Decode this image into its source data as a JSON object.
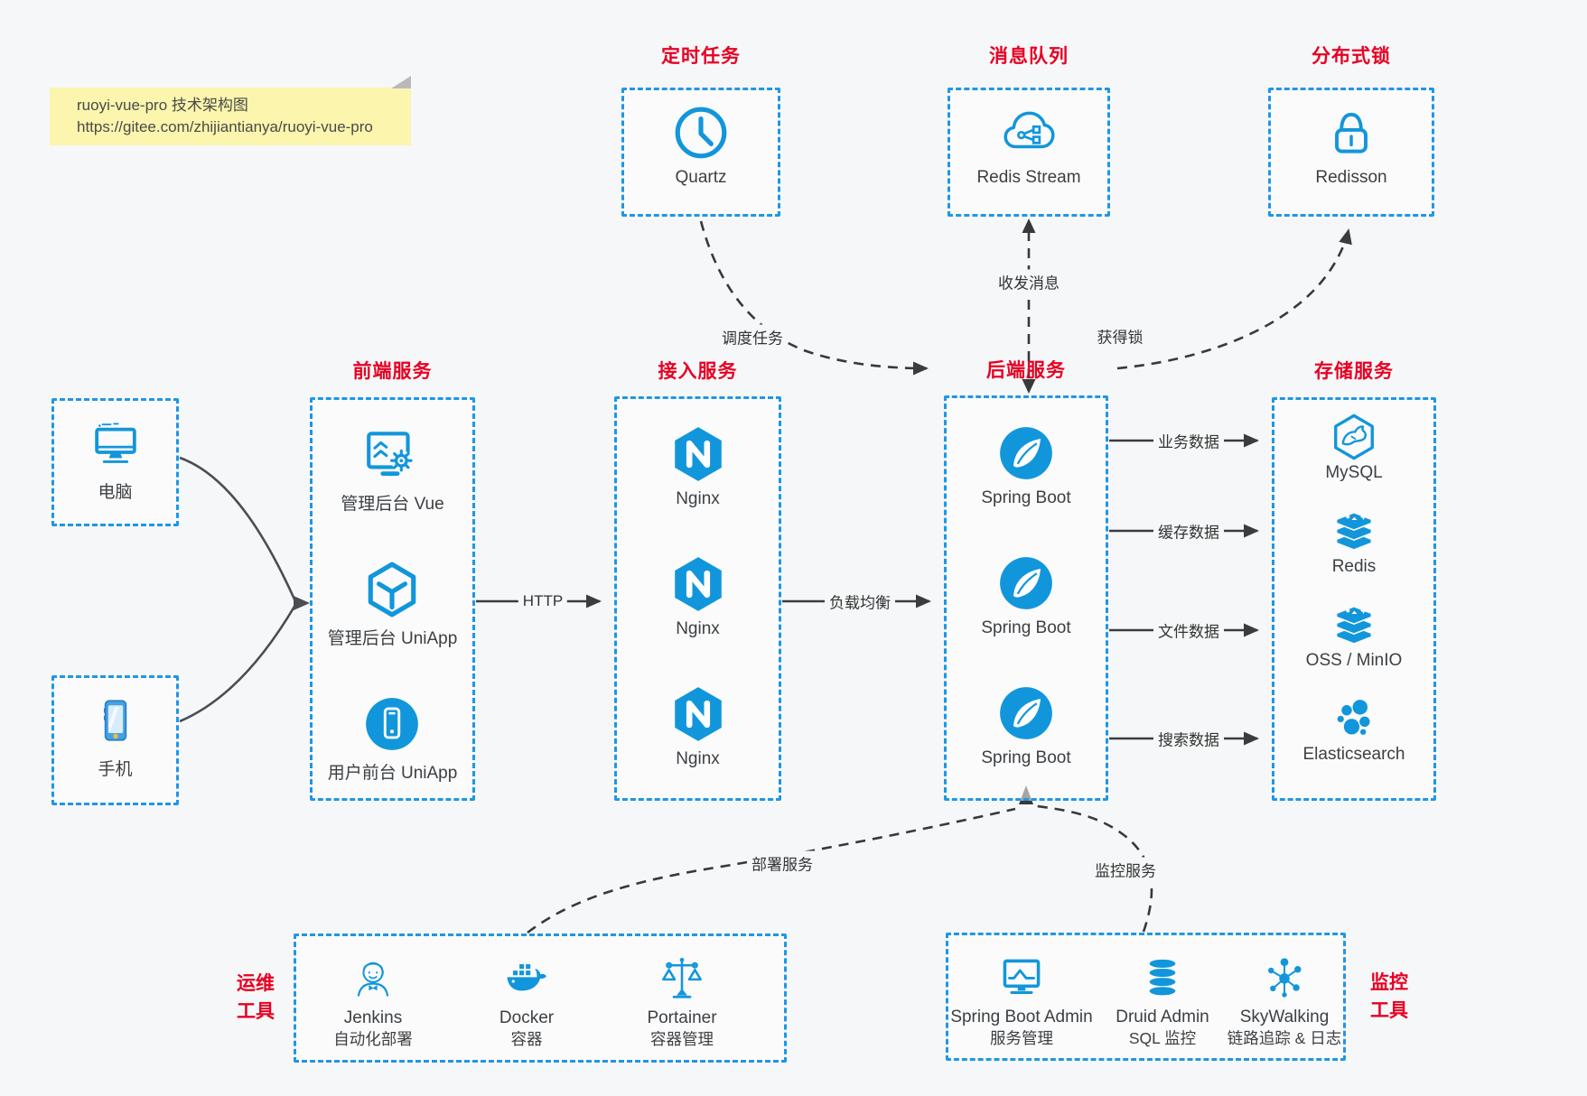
{
  "note": {
    "line1": "ruoyi-vue-pro 技术架构图",
    "line2": "https://gitee.com/zhijiantianya/ruoyi-vue-pro"
  },
  "colors": {
    "accent_blue": "#1296db",
    "border_blue": "#1e97e5",
    "title_red": "#e60023",
    "note_bg": "#fbf5ad",
    "page_bg": "#f6f7f8",
    "arrow_dark": "#3a3d40"
  },
  "top_services": [
    {
      "title": "定时任务",
      "icon": "clock-icon",
      "label": "Quartz"
    },
    {
      "title": "消息队列",
      "icon": "redis-stream-cloud-icon",
      "label": "Redis Stream"
    },
    {
      "title": "分布式锁",
      "icon": "lock-icon",
      "label": "Redisson"
    }
  ],
  "clients": [
    {
      "icon": "desktop-icon",
      "label": "电脑"
    },
    {
      "icon": "mobile-icon",
      "label": "手机"
    }
  ],
  "columns": [
    {
      "title": "前端服务",
      "items": [
        {
          "icon": "admin-vue-icon",
          "label": "管理后台 Vue"
        },
        {
          "icon": "uniapp-cube-icon",
          "label": "管理后台 UniApp"
        },
        {
          "icon": "user-app-icon",
          "label": "用户前台 UniApp"
        }
      ]
    },
    {
      "title": "接入服务",
      "items": [
        {
          "icon": "nginx-icon",
          "label": "Nginx"
        },
        {
          "icon": "nginx-icon",
          "label": "Nginx"
        },
        {
          "icon": "nginx-icon",
          "label": "Nginx"
        }
      ]
    },
    {
      "title": "后端服务",
      "items": [
        {
          "icon": "spring-boot-icon",
          "label": "Spring Boot"
        },
        {
          "icon": "spring-boot-icon",
          "label": "Spring Boot"
        },
        {
          "icon": "spring-boot-icon",
          "label": "Spring Boot"
        }
      ]
    },
    {
      "title": "存储服务",
      "items": [
        {
          "icon": "mysql-icon",
          "label": "MySQL"
        },
        {
          "icon": "redis-icon",
          "label": "Redis"
        },
        {
          "icon": "redis-icon",
          "label": "OSS / MinIO"
        },
        {
          "icon": "elasticsearch-icon",
          "label": "Elasticsearch"
        }
      ]
    }
  ],
  "edges": {
    "http": "HTTP",
    "load_balance": "负载均衡",
    "dispatch": "调度任务",
    "messages": "收发消息",
    "lock": "获得锁",
    "deploy": "部署服务",
    "monitor": "监控服务",
    "data_flows": [
      "业务数据",
      "缓存数据",
      "文件数据",
      "搜索数据"
    ]
  },
  "ops_tools": {
    "side_label_line1": "运维",
    "side_label_line2": "工具",
    "items": [
      {
        "icon": "jenkins-icon",
        "name": "Jenkins",
        "desc": "自动化部署"
      },
      {
        "icon": "docker-icon",
        "name": "Docker",
        "desc": "容器"
      },
      {
        "icon": "portainer-icon",
        "name": "Portainer",
        "desc": "容器管理"
      }
    ]
  },
  "monitor_tools": {
    "side_label_line1": "监控",
    "side_label_line2": "工具",
    "items": [
      {
        "icon": "spring-boot-admin-icon",
        "name": "Spring Boot Admin",
        "desc": "服务管理"
      },
      {
        "icon": "druid-icon",
        "name": "Druid Admin",
        "desc": "SQL 监控"
      },
      {
        "icon": "skywalking-icon",
        "name": "SkyWalking",
        "desc": "链路追踪 & 日志"
      }
    ]
  }
}
